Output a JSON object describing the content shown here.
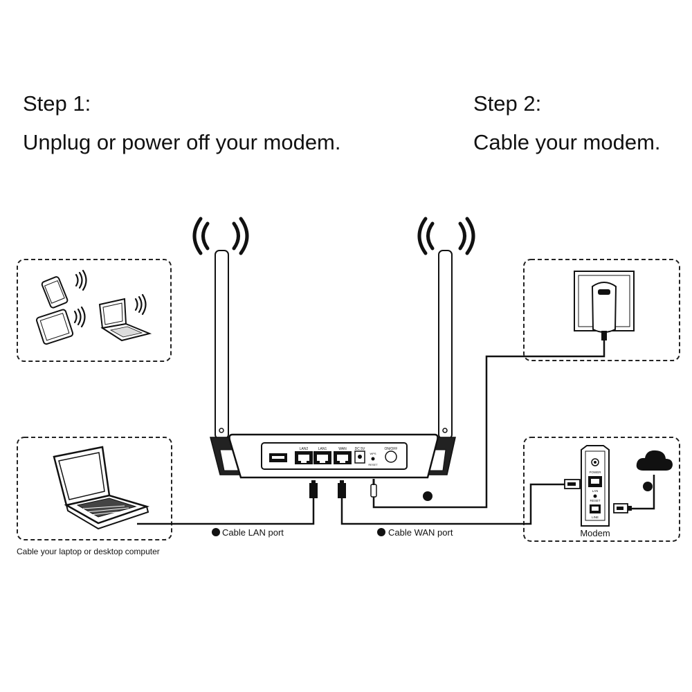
{
  "steps": [
    {
      "heading": "Step 1:",
      "instruction": "Unplug or power off your modem."
    },
    {
      "heading": "Step 2:",
      "instruction": "Cable your modem."
    }
  ],
  "callouts": {
    "lan": "Cable LAN port",
    "wan": "Cable WAN port",
    "laptop_caption": "Cable your laptop or desktop computer",
    "modem_caption": "Modem"
  },
  "router_labels": {
    "lan2": "LAN2",
    "lan1": "LAN1",
    "wan": "WAN",
    "dc": "DC 5V",
    "wps": "WPS",
    "reset": "RESET",
    "onoff": "ON/OFF"
  },
  "modem_labels": {
    "power": "POWER",
    "lan": "LAN",
    "reset": "RESET",
    "line": "LINE"
  },
  "icons": [
    "wifi-signal-icon",
    "smartphone-icon",
    "tablet-icon",
    "laptop-icon",
    "power-adapter-icon",
    "cloud-icon",
    "router-icon",
    "modem-icon",
    "ethernet-plug-icon"
  ],
  "colors": {
    "line": "#111111",
    "background": "#ffffff",
    "box_border": "#222222"
  }
}
